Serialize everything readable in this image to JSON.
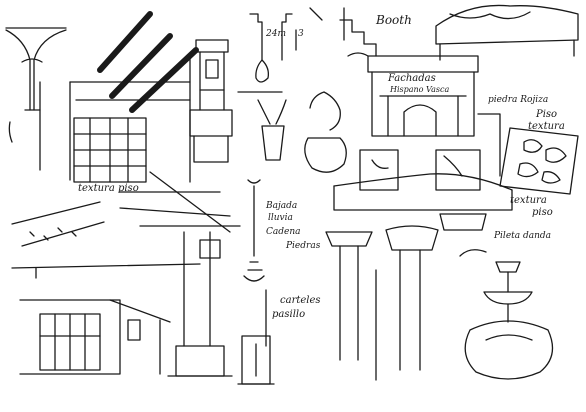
{
  "sketch": {
    "labels": {
      "textura_piso": "textura piso",
      "booth": "Booth",
      "facade_line1": "Fachadas",
      "facade_line2": "Hispano Vasca",
      "piedra_rojiza": "piedra Rojiza",
      "piso_textura_line1": "Piso",
      "piso_textura_line2": "textura",
      "textura_piso_right_line1": "textura",
      "textura_piso_right_line2": "piso",
      "bajada_line1": "Bajada",
      "bajada_line2": "lluvia",
      "bajada_line3": "Cadena",
      "bajada_line4": "Piedras",
      "pileta": "Pileta danda",
      "carteles_line1": "carteles",
      "carteles_line2": "pasillo",
      "measure_24m": "24m",
      "measure_3": "3"
    },
    "colors": {
      "ink": "#1a1a1a",
      "paper": "#ffffff"
    }
  }
}
